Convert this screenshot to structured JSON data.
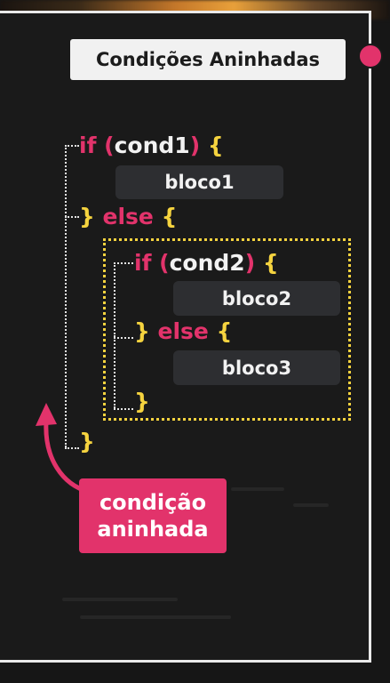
{
  "title": "Condições Aninhadas",
  "code": {
    "if_kw": "if",
    "open_paren": "(",
    "close_paren": ")",
    "open_brace": "{",
    "close_brace": "}",
    "else_kw": "else",
    "cond1": "cond1",
    "cond2": "cond2",
    "bloco1": "bloco1",
    "bloco2": "bloco2",
    "bloco3": "bloco3"
  },
  "badge": {
    "line1": "condição",
    "line2": "aninhada"
  },
  "colors": {
    "keyword": "#e2336b",
    "brace": "#f5d33f",
    "text": "#f2f2f2",
    "background": "#1a1a1a"
  },
  "icons": [
    "curved-arrow-icon",
    "pink-dot-icon"
  ]
}
